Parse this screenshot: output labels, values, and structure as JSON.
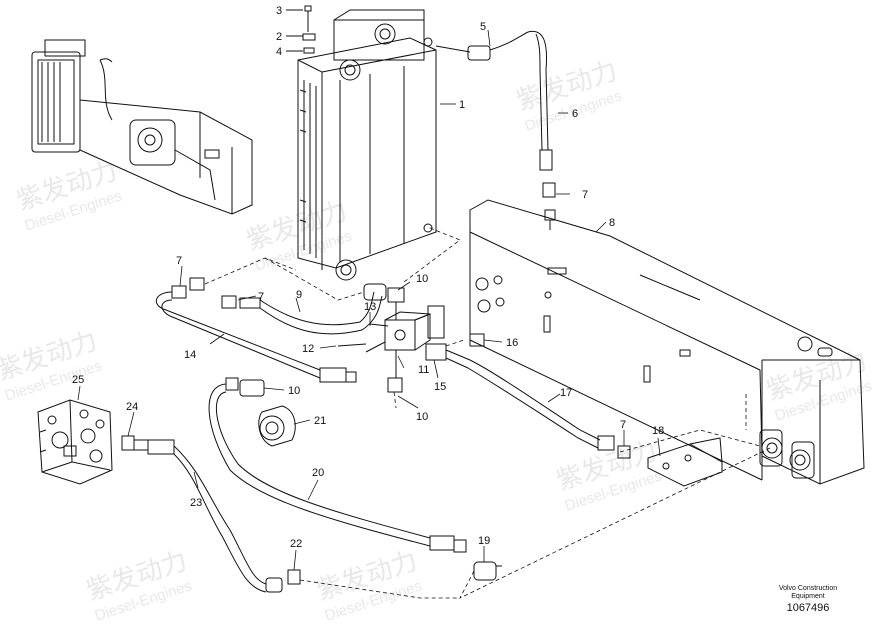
{
  "watermark": {
    "cn": "紫发动力",
    "en": "Diesel-Engines"
  },
  "caption": {
    "line1": "Volvo Construction",
    "line2": "Equipment",
    "number": "1067496"
  },
  "callouts": [
    "1",
    "2",
    "3",
    "4",
    "5",
    "6",
    "7",
    "7",
    "7",
    "7",
    "8",
    "9",
    "10",
    "10",
    "10",
    "11",
    "12",
    "13",
    "14",
    "15",
    "16",
    "17",
    "18",
    "19",
    "20",
    "21",
    "22",
    "23",
    "24",
    "25"
  ]
}
